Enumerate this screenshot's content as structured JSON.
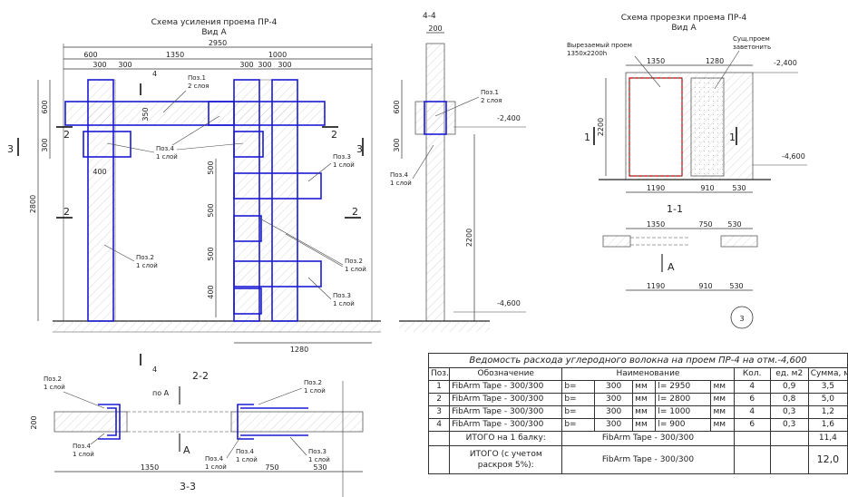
{
  "drawing": {
    "elevation": {
      "title_line1": "Схема усиления проема  ПР-4",
      "title_line2": "Вид А",
      "dim_total": "2950",
      "dim_600": "600",
      "dim_1350": "1350",
      "dim_1000": "1000",
      "dim_300a": "300",
      "dim_300b": "300",
      "dim_300c": "300",
      "dim_300d": "300",
      "dim_300e": "300",
      "dim_300_left": "300",
      "dim_600_left": "600",
      "dim_2800": "2800",
      "dim_350": "350",
      "dim_400": "400",
      "dim_500a": "500",
      "dim_500b": "500",
      "dim_500c": "500",
      "dim_400b": "400",
      "dim_1280": "1280",
      "sec_mark_4": "4",
      "sec_mark_3": "3",
      "sec_mark_2": "2",
      "poz1": "Поз.1",
      "poz1_layers": "2 слоя",
      "poz4": "Поз.4",
      "poz4_layers": "1 слой",
      "poz2": "Поз.2",
      "poz2_layers": "1 слой",
      "poz3": "Поз.3",
      "poz3_layers": "1 слой",
      "poz2b": "Поз.2",
      "poz2b_layers": "1 слой",
      "poz3b": "Поз.3",
      "poz3b_layers": "1 слой"
    },
    "section44": {
      "title": "4-4",
      "dim_200": "200",
      "dim_600": "600",
      "dim_300": "300",
      "dim_2200": "2200",
      "level_top": "-2,400",
      "level_bottom": "-4,600",
      "poz1": "Поз.1",
      "poz1_layers": "2 слоя",
      "poz4": "Поз.4",
      "poz4_layers": "1 слой"
    },
    "cutting": {
      "title_line1": "Схема прорезки проема  ПР-4",
      "title_line2": "Вид А",
      "label_cut_line1": "Вырезаемый проем",
      "label_cut_line2": "1350х2200h",
      "label_exist_line1": "Сущ.проем",
      "label_exist_line2": "заветонить",
      "dim_1350": "1350",
      "dim_1280": "1280",
      "dim_2200": "2200",
      "dim_1190": "1190",
      "dim_910": "910",
      "dim_530": "530",
      "level_top": "-2,400",
      "level_bottom": "-4,600",
      "sec_mark": "1",
      "section_title": "1-1",
      "plan_dim_1350": "1350",
      "plan_dim_750": "750",
      "plan_dim_530": "530",
      "plan_dim_1190": "1190",
      "plan_dim_910": "910",
      "plan_dim_530b": "530",
      "plan_view_a": "А",
      "circle_no": "3"
    },
    "section22": {
      "title": "2-2",
      "title33": "3-3",
      "view_a": "по А",
      "view_a2": "А",
      "poz2": "Поз.2",
      "poz2_layers": "1 слой",
      "poz4": "Поз.4",
      "poz4_layers": "1 слой",
      "poz2r": "Поз.2",
      "poz2r_layers": "1 слой",
      "poz3r": "Поз.3",
      "poz3r_layers": "1 слой",
      "poz4r": "Поз.4",
      "poz4r_layers": "1 слой",
      "poz4b": "Поз.4",
      "poz4b_layers": "1 слой",
      "dim_200": "200",
      "dim_1350": "1350",
      "dim_750": "750",
      "dim_530": "530"
    }
  },
  "table": {
    "title": "Ведомость расхода углеродного волокна на проем ПР-4   на отм.-4,600",
    "headers": {
      "pos": "Поз.",
      "designation": "Обозначение",
      "name": "Наименование",
      "qty": "Кол.",
      "unit": "ед. м2",
      "sum": "Сумма, м2"
    },
    "rows": [
      {
        "pos": "1",
        "designation": "FibArm Tape - 300/300",
        "b": "b=",
        "bval": "300",
        "bunit": "мм",
        "l": "l= 2950",
        "lunit": "мм",
        "qty": "4",
        "unit": "0,9",
        "sum": "3,5"
      },
      {
        "pos": "2",
        "designation": "FibArm Tape - 300/300",
        "b": "b=",
        "bval": "300",
        "bunit": "мм",
        "l": "l= 2800",
        "lunit": "мм",
        "qty": "6",
        "unit": "0,8",
        "sum": "5,0"
      },
      {
        "pos": "3",
        "designation": "FibArm Tape - 300/300",
        "b": "b=",
        "bval": "300",
        "bunit": "мм",
        "l": "l= 1000",
        "lunit": "мм",
        "qty": "4",
        "unit": "0,3",
        "sum": "1,2"
      },
      {
        "pos": "4",
        "designation": "FibArm Tape - 300/300",
        "b": "b=",
        "bval": "300",
        "bunit": "мм",
        "l": "l= 900",
        "lunit": "мм",
        "qty": "6",
        "unit": "0,3",
        "sum": "1,6"
      }
    ],
    "total1_label": "ИТОГО на 1 балку:",
    "total1_material": "FibArm Tape - 300/300",
    "total1_value": "11,4",
    "total2_label": "ИТОГО (с учетом раскроя 5%):",
    "total2_material": "FibArm Tape - 300/300",
    "total2_value": "12,0"
  }
}
